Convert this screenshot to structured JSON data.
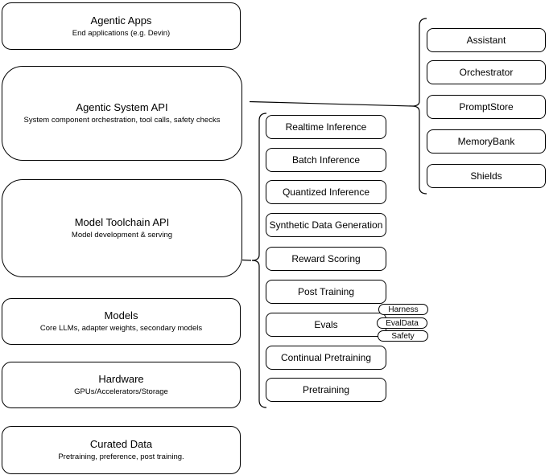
{
  "diagram": {
    "left_column": [
      {
        "title": "Agentic Apps",
        "subtitle": "End applications (e.g. Devin)"
      },
      {
        "title": "Agentic System API",
        "subtitle": "System component orchestration, tool calls, safety checks"
      },
      {
        "title": "Model Toolchain API",
        "subtitle": "Model development & serving"
      },
      {
        "title": "Models",
        "subtitle": "Core LLMs, adapter weights, secondary models"
      },
      {
        "title": "Hardware",
        "subtitle": "GPUs/Accelerators/Storage"
      },
      {
        "title": "Curated Data",
        "subtitle": "Pretraining, preference, post training."
      }
    ],
    "middle_column": [
      {
        "label": "Realtime Inference"
      },
      {
        "label": "Batch Inference"
      },
      {
        "label": "Quantized Inference"
      },
      {
        "label": "Synthetic Data Generation"
      },
      {
        "label": "Reward Scoring"
      },
      {
        "label": "Post Training"
      },
      {
        "label": "Evals"
      },
      {
        "label": "Continual Pretraining"
      },
      {
        "label": "Pretraining"
      }
    ],
    "right_column": [
      {
        "label": "Assistant"
      },
      {
        "label": "Orchestrator"
      },
      {
        "label": "PromptStore"
      },
      {
        "label": "MemoryBank"
      },
      {
        "label": "Shields"
      }
    ],
    "eval_tags": [
      {
        "label": "Harness"
      },
      {
        "label": "EvalData"
      },
      {
        "label": "Safety"
      }
    ],
    "colors": {
      "stroke": "#000000",
      "background": "#ffffff",
      "text": "#000000"
    }
  }
}
